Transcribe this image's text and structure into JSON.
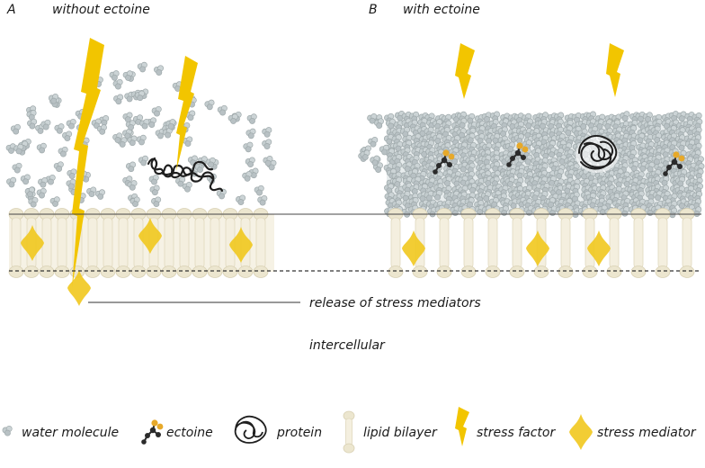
{
  "panels": {
    "a": {
      "letter": "A",
      "title": "without ectoine"
    },
    "b": {
      "letter": "B",
      "title": "with ectoine"
    }
  },
  "annotations": {
    "release": "release of stress mediators",
    "intercellular": "intercellular"
  },
  "legend": {
    "water": "water molecule",
    "ectoine": "ectoine",
    "protein": "protein",
    "lipid": "lipid bilayer",
    "stress_factor": "stress factor",
    "stress_mediator": "stress mediator"
  },
  "colors": {
    "bolt": "#f2c500",
    "water": "#b9c3c6",
    "lipid_head": "#ece6cf",
    "lipid_body": "#f3eedd",
    "mediator": "#f1c81e",
    "ectoine_dark": "#2b2b2b",
    "ectoine_accent": "#e7a92a",
    "line": "#333333"
  }
}
